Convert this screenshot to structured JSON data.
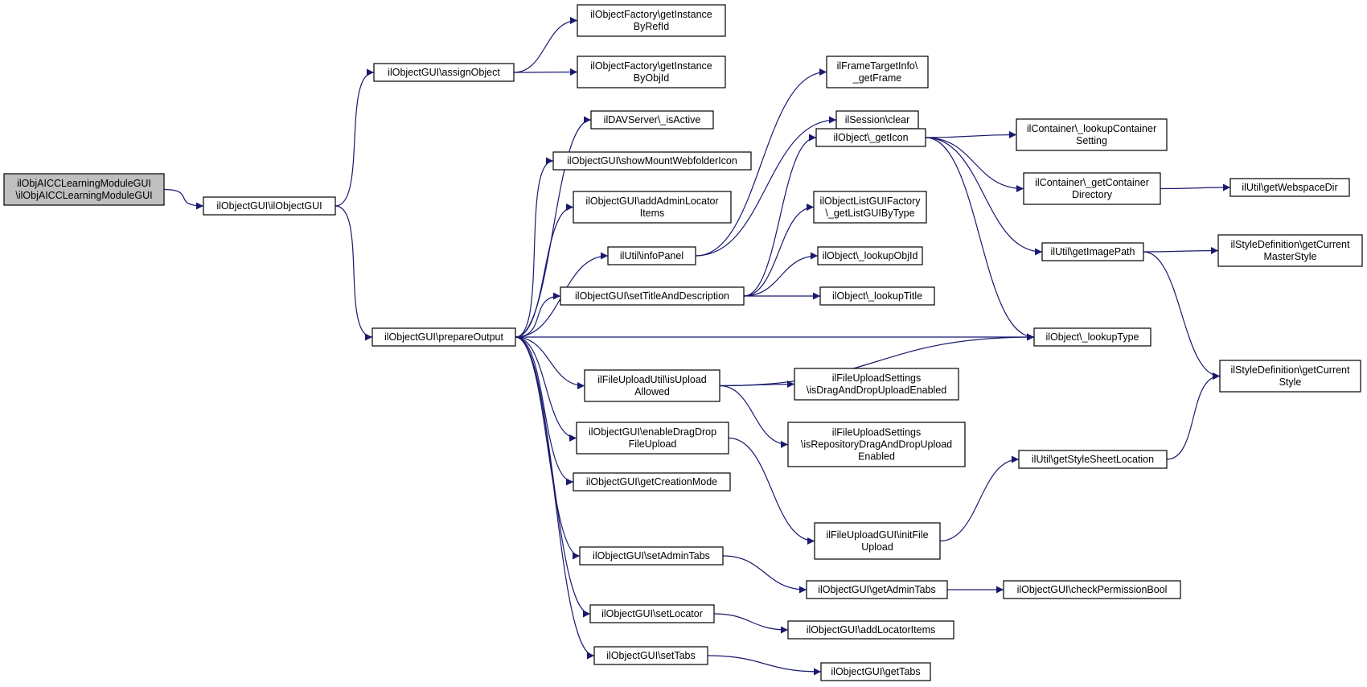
{
  "diagram": {
    "colors": {
      "edge": "#191970",
      "root_fill": "#bfbfbf",
      "node_fill": "#ffffff",
      "node_border": "#000000"
    },
    "nodes": [
      {
        "id": "root",
        "lines": [
          "ilObjAICCLearningModuleGUI",
          "\\ilObjAICCLearningModuleGUI"
        ],
        "root": true
      },
      {
        "id": "ilObjectGUI_ilObjectGUI",
        "lines": [
          "ilObjectGUI\\ilObjectGUI"
        ]
      },
      {
        "id": "assignObject",
        "lines": [
          "ilObjectGUI\\assignObject"
        ]
      },
      {
        "id": "getInstanceByRefId",
        "lines": [
          "ilObjectFactory\\getInstance",
          "ByRefId"
        ]
      },
      {
        "id": "getInstanceByObjId",
        "lines": [
          "ilObjectFactory\\getInstance",
          "ByObjId"
        ]
      },
      {
        "id": "prepareOutput",
        "lines": [
          "ilObjectGUI\\prepareOutput"
        ]
      },
      {
        "id": "isActive",
        "lines": [
          "ilDAVServer\\_isActive"
        ]
      },
      {
        "id": "showMountWebfolderIcon",
        "lines": [
          "ilObjectGUI\\showMountWebfolderIcon"
        ]
      },
      {
        "id": "addAdminLocatorItems",
        "lines": [
          "ilObjectGUI\\addAdminLocator",
          "Items"
        ]
      },
      {
        "id": "infoPanel",
        "lines": [
          "ilUtil\\infoPanel"
        ]
      },
      {
        "id": "setTitleAndDescription",
        "lines": [
          "ilObjectGUI\\setTitleAndDescription"
        ]
      },
      {
        "id": "isUploadAllowed",
        "lines": [
          "ilFileUploadUtil\\isUpload",
          "Allowed"
        ]
      },
      {
        "id": "enableDragDropFileUpload",
        "lines": [
          "ilObjectGUI\\enableDragDrop",
          "FileUpload"
        ]
      },
      {
        "id": "getCreationMode",
        "lines": [
          "ilObjectGUI\\getCreationMode"
        ]
      },
      {
        "id": "setAdminTabs",
        "lines": [
          "ilObjectGUI\\setAdminTabs"
        ]
      },
      {
        "id": "setLocator",
        "lines": [
          "ilObjectGUI\\setLocator"
        ]
      },
      {
        "id": "setTabs",
        "lines": [
          "ilObjectGUI\\setTabs"
        ]
      },
      {
        "id": "getFrame",
        "lines": [
          "ilFrameTargetInfo\\",
          "_getFrame"
        ]
      },
      {
        "id": "sessionClear",
        "lines": [
          "ilSession\\clear"
        ]
      },
      {
        "id": "getIcon",
        "lines": [
          "ilObject\\_getIcon"
        ]
      },
      {
        "id": "getListGUIByType",
        "lines": [
          "ilObjectListGUIFactory",
          "\\_getListGUIByType"
        ]
      },
      {
        "id": "lookupObjId",
        "lines": [
          "ilObject\\_lookupObjId"
        ]
      },
      {
        "id": "lookupTitle",
        "lines": [
          "ilObject\\_lookupTitle"
        ]
      },
      {
        "id": "isDragAndDropUploadEnabled",
        "lines": [
          "ilFileUploadSettings",
          "\\isDragAndDropUploadEnabled"
        ]
      },
      {
        "id": "isRepositoryDragAndDropUploadEnabled",
        "lines": [
          "ilFileUploadSettings",
          "\\isRepositoryDragAndDropUpload",
          "Enabled"
        ]
      },
      {
        "id": "initFileUpload",
        "lines": [
          "ilFileUploadGUI\\initFile",
          "Upload"
        ]
      },
      {
        "id": "getAdminTabs",
        "lines": [
          "ilObjectGUI\\getAdminTabs"
        ]
      },
      {
        "id": "addLocatorItems",
        "lines": [
          "ilObjectGUI\\addLocatorItems"
        ]
      },
      {
        "id": "getTabs",
        "lines": [
          "ilObjectGUI\\getTabs"
        ]
      },
      {
        "id": "lookupContainerSetting",
        "lines": [
          "ilContainer\\_lookupContainer",
          "Setting"
        ]
      },
      {
        "id": "getContainerDirectory",
        "lines": [
          "ilContainer\\_getContainer",
          "Directory"
        ]
      },
      {
        "id": "getImagePath",
        "lines": [
          "ilUtil\\getImagePath"
        ]
      },
      {
        "id": "lookupType",
        "lines": [
          "ilObject\\_lookupType"
        ]
      },
      {
        "id": "getStyleSheetLocation",
        "lines": [
          "ilUtil\\getStyleSheetLocation"
        ]
      },
      {
        "id": "checkPermissionBool",
        "lines": [
          "ilObjectGUI\\checkPermissionBool"
        ]
      },
      {
        "id": "getWebspaceDir",
        "lines": [
          "ilUtil\\getWebspaceDir"
        ]
      },
      {
        "id": "getCurrentMasterStyle",
        "lines": [
          "ilStyleDefinition\\getCurrent",
          "MasterStyle"
        ]
      },
      {
        "id": "getCurrentStyle",
        "lines": [
          "ilStyleDefinition\\getCurrent",
          "Style"
        ]
      }
    ],
    "edges": [
      [
        "root",
        "ilObjectGUI_ilObjectGUI"
      ],
      [
        "ilObjectGUI_ilObjectGUI",
        "assignObject"
      ],
      [
        "ilObjectGUI_ilObjectGUI",
        "prepareOutput"
      ],
      [
        "assignObject",
        "getInstanceByRefId"
      ],
      [
        "assignObject",
        "getInstanceByObjId"
      ],
      [
        "prepareOutput",
        "isActive"
      ],
      [
        "prepareOutput",
        "showMountWebfolderIcon"
      ],
      [
        "prepareOutput",
        "addAdminLocatorItems"
      ],
      [
        "prepareOutput",
        "infoPanel"
      ],
      [
        "prepareOutput",
        "setTitleAndDescription"
      ],
      [
        "prepareOutput",
        "lookupType"
      ],
      [
        "prepareOutput",
        "isUploadAllowed"
      ],
      [
        "prepareOutput",
        "enableDragDropFileUpload"
      ],
      [
        "prepareOutput",
        "getCreationMode"
      ],
      [
        "prepareOutput",
        "setAdminTabs"
      ],
      [
        "prepareOutput",
        "setLocator"
      ],
      [
        "prepareOutput",
        "setTabs"
      ],
      [
        "infoPanel",
        "getFrame"
      ],
      [
        "infoPanel",
        "sessionClear"
      ],
      [
        "setTitleAndDescription",
        "getIcon"
      ],
      [
        "setTitleAndDescription",
        "getListGUIByType"
      ],
      [
        "setTitleAndDescription",
        "lookupObjId"
      ],
      [
        "setTitleAndDescription",
        "lookupTitle"
      ],
      [
        "isUploadAllowed",
        "isDragAndDropUploadEnabled"
      ],
      [
        "isUploadAllowed",
        "isRepositoryDragAndDropUploadEnabled"
      ],
      [
        "isUploadAllowed",
        "lookupType"
      ],
      [
        "enableDragDropFileUpload",
        "initFileUpload"
      ],
      [
        "initFileUpload",
        "getStyleSheetLocation"
      ],
      [
        "setAdminTabs",
        "getAdminTabs"
      ],
      [
        "getAdminTabs",
        "checkPermissionBool"
      ],
      [
        "setLocator",
        "addLocatorItems"
      ],
      [
        "setTabs",
        "getTabs"
      ],
      [
        "getIcon",
        "lookupContainerSetting"
      ],
      [
        "getIcon",
        "getContainerDirectory"
      ],
      [
        "getIcon",
        "getImagePath"
      ],
      [
        "getIcon",
        "lookupType"
      ],
      [
        "getContainerDirectory",
        "getWebspaceDir"
      ],
      [
        "getImagePath",
        "getCurrentMasterStyle"
      ],
      [
        "getImagePath",
        "getCurrentStyle"
      ],
      [
        "getStyleSheetLocation",
        "getCurrentStyle"
      ]
    ]
  }
}
